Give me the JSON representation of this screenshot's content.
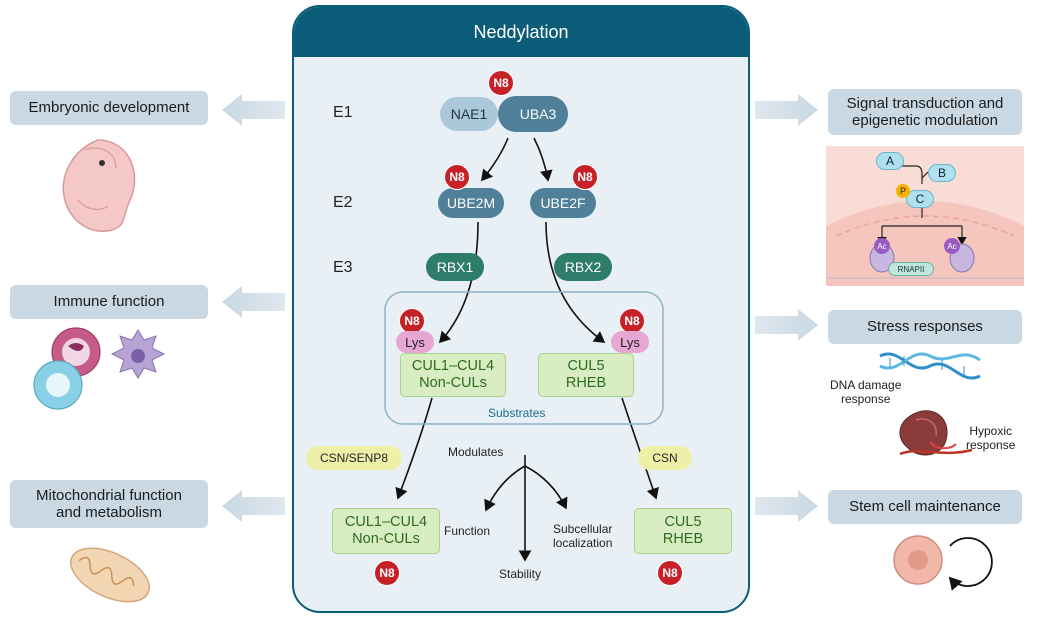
{
  "title": "Neddylation",
  "stages": {
    "e1": "E1",
    "e2": "E2",
    "e3": "E3"
  },
  "enzymes": {
    "nae1": "NAE1",
    "uba3": "UBA3",
    "ube2m": "UBE2M",
    "ube2f": "UBE2F",
    "rbx1": "RBX1",
    "rbx2": "RBX2"
  },
  "badge": "N8",
  "lys": "Lys",
  "substrates": {
    "left": "CUL1–CUL4\nNon-CULs",
    "right": "CUL5\nRHEB",
    "label": "Substrates"
  },
  "deneddylases": {
    "left": "CSN/SENP8",
    "right": "CSN"
  },
  "modulates": {
    "label": "Modulates",
    "function": "Function",
    "subcellular": "Subcellular\nlocalization",
    "stability": "Stability"
  },
  "products": {
    "left": "CUL1–CUL4\nNon-CULs",
    "right": "CUL5\nRHEB"
  },
  "left_functions": [
    "Embryonic development",
    "Immune function",
    "Mitochondrial function\nand metabolism"
  ],
  "right_functions": [
    "Signal transduction and\nepigenetic modulation",
    "Stress responses",
    "Stem cell maintenance"
  ],
  "signal_inset": {
    "a": "A",
    "b": "B",
    "c": "C",
    "p": "P",
    "ac": "Ac",
    "rnapii": "RNAPII"
  },
  "stress_labels": {
    "dna": "DNA damage\nresponse",
    "hypoxic": "Hypoxic\nresponse"
  },
  "colors": {
    "header": "#0b5c78",
    "badge": "#c62127",
    "enzyme": "#4f7f99",
    "rbx": "#2e7d6b",
    "substrate_fill": "#d8eec2",
    "side_label": "#c9d8e3"
  }
}
